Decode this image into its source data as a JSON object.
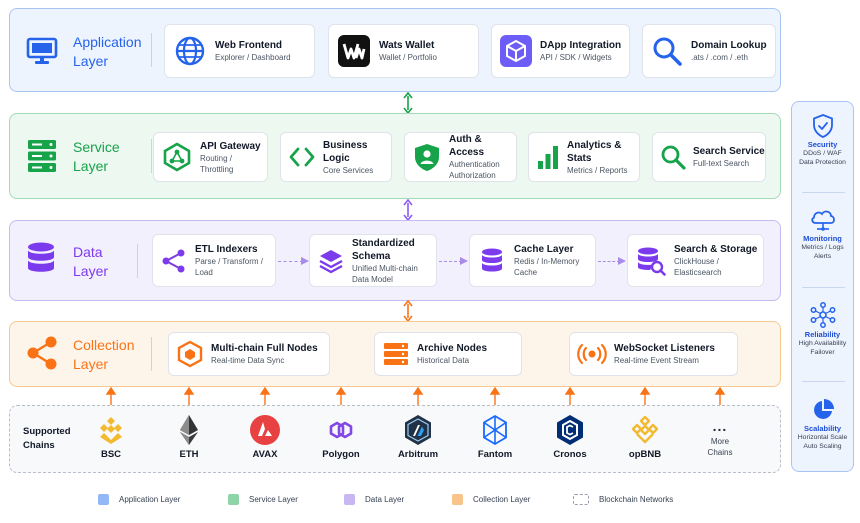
{
  "layers": {
    "app": {
      "title_line1": "Application",
      "title_line2": "Layer",
      "color": "#2563eb",
      "cards": [
        {
          "title": "Web Frontend",
          "sub": "Explorer / Dashboard"
        },
        {
          "title": "Wats Wallet",
          "sub": "Wallet / Portfolio"
        },
        {
          "title": "DApp Integration",
          "sub": "API / SDK / Widgets"
        },
        {
          "title": "Domain Lookup",
          "sub": ".ats / .com / .eth"
        }
      ]
    },
    "svc": {
      "title_line1": "Service",
      "title_line2": "Layer",
      "color": "#16a34a",
      "cards": [
        {
          "title": "API Gateway",
          "sub1": "Routing / Throttling",
          "sub2": ""
        },
        {
          "title": "Business Logic",
          "sub1": "Core Services",
          "sub2": ""
        },
        {
          "title": "Auth & Access",
          "sub1": "Authentication",
          "sub2": "Authorization"
        },
        {
          "title": "Analytics & Stats",
          "sub1": "Metrics / Reports",
          "sub2": ""
        },
        {
          "title": "Search Service",
          "sub1": "Full-text Search",
          "sub2": ""
        }
      ]
    },
    "data": {
      "title_line1": "Data",
      "title_line2": "Layer",
      "color": "#7c3aed",
      "cards": [
        {
          "title": "ETL Indexers",
          "sub1": "Parse / Transform /",
          "sub2": "Load"
        },
        {
          "title": "Standardized Schema",
          "sub1": "Unified Multi-chain",
          "sub2": "Data Model"
        },
        {
          "title": "Cache Layer",
          "sub1": "Redis / In-Memory",
          "sub2": "Cache"
        },
        {
          "title": "Search & Storage",
          "sub1": "ClickHouse /",
          "sub2": "Elasticsearch"
        }
      ]
    },
    "col": {
      "title_line1": "Collection",
      "title_line2": "Layer",
      "color": "#f97316",
      "cards": [
        {
          "title": "Multi-chain Full Nodes",
          "sub": "Real-time Data Sync"
        },
        {
          "title": "Archive Nodes",
          "sub": "Historical Data"
        },
        {
          "title": "WebSocket Listeners",
          "sub": "Real-time Event Stream"
        }
      ]
    }
  },
  "chains": {
    "label_line1": "Supported",
    "label_line2": "Chains",
    "items": [
      {
        "name": "BSC",
        "icon": "bsc-logo"
      },
      {
        "name": "ETH",
        "icon": "eth-logo"
      },
      {
        "name": "AVAX",
        "icon": "avax-logo"
      },
      {
        "name": "Polygon",
        "icon": "polygon-logo"
      },
      {
        "name": "Arbitrum",
        "icon": "arbitrum-logo"
      },
      {
        "name": "Fantom",
        "icon": "fantom-logo"
      },
      {
        "name": "Cronos",
        "icon": "cronos-logo"
      },
      {
        "name": "opBNB",
        "icon": "opbnb-logo"
      }
    ],
    "more_dots": "...",
    "more_line1": "More",
    "more_line2": "Chains"
  },
  "sidebar": [
    {
      "title": "Security",
      "sub1": "DDoS / WAF",
      "sub2": "Data Protection",
      "icon": "shield-icon"
    },
    {
      "title": "Monitoring",
      "sub1": "Metrics / Logs",
      "sub2": "Alerts",
      "icon": "cloud-monitor-icon"
    },
    {
      "title": "Reliability",
      "sub1": "High Availability",
      "sub2": "Failover",
      "icon": "network-nodes-icon"
    },
    {
      "title": "Scalability",
      "sub1": "Horizontal Scale",
      "sub2": "Auto Scaling",
      "icon": "pie-chart-icon"
    }
  ],
  "legend": [
    {
      "label": "Application Layer",
      "color": "#93b8f5"
    },
    {
      "label": "Service Layer",
      "color": "#8fd3a8"
    },
    {
      "label": "Data Layer",
      "color": "#c8b6f3"
    },
    {
      "label": "Collection Layer",
      "color": "#f8c48a"
    },
    {
      "label": "Blockchain Networks",
      "color": "#ffffff"
    }
  ]
}
